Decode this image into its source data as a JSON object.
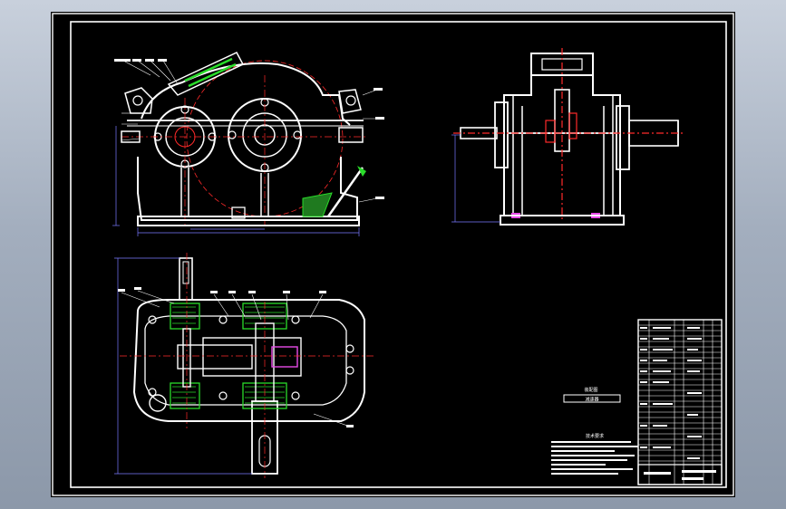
{
  "drawing": {
    "background_color": "#000000",
    "line_colors": {
      "outline": "#ffffff",
      "centerline": "#ff2a2a",
      "hatch": "#2adc2a",
      "dimension": "#7a7aff",
      "part": "#e84ae8"
    },
    "views": [
      "front-view",
      "side-view",
      "top-view"
    ],
    "notes_title": "技术要求",
    "small_label": "减速器",
    "small_label_caption": "装配图"
  }
}
